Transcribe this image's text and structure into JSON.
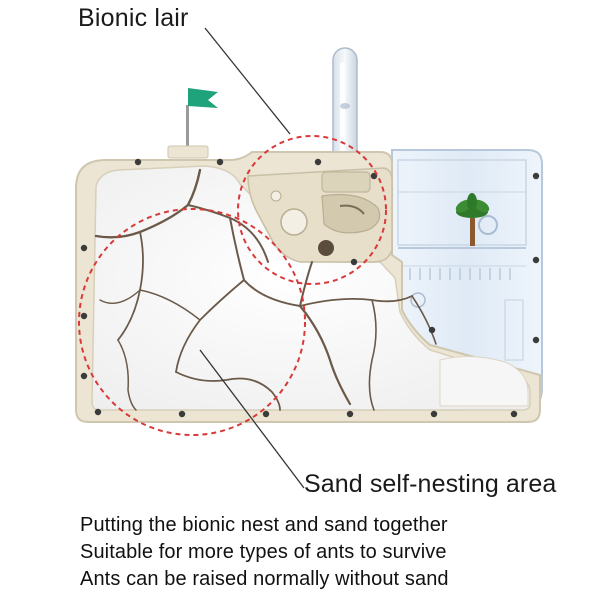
{
  "callouts": {
    "bionic_lair": "Bionic lair",
    "sand_area": "Sand self-nesting area"
  },
  "caption_lines": [
    "Putting the bionic nest and sand together",
    "Suitable for more types of ants to survive",
    "Ants can be raised normally without sand"
  ],
  "colors": {
    "frame": "#ece5d3",
    "frame_edge": "#cfc6af",
    "sand": "#f7f7f7",
    "tunnel": "#6b5a4a",
    "glass": "#e6eff8",
    "glass_edge": "#b7c8da",
    "circle": "#d83a3a",
    "flag": "#1fa37a",
    "plant_leaf": "#2f7a2a",
    "plant_trunk": "#8a5a2f",
    "screw": "#3b3b3b",
    "line": "#333333"
  },
  "icons": {
    "flag": "flag-icon",
    "palm": "palm-tree-icon"
  }
}
